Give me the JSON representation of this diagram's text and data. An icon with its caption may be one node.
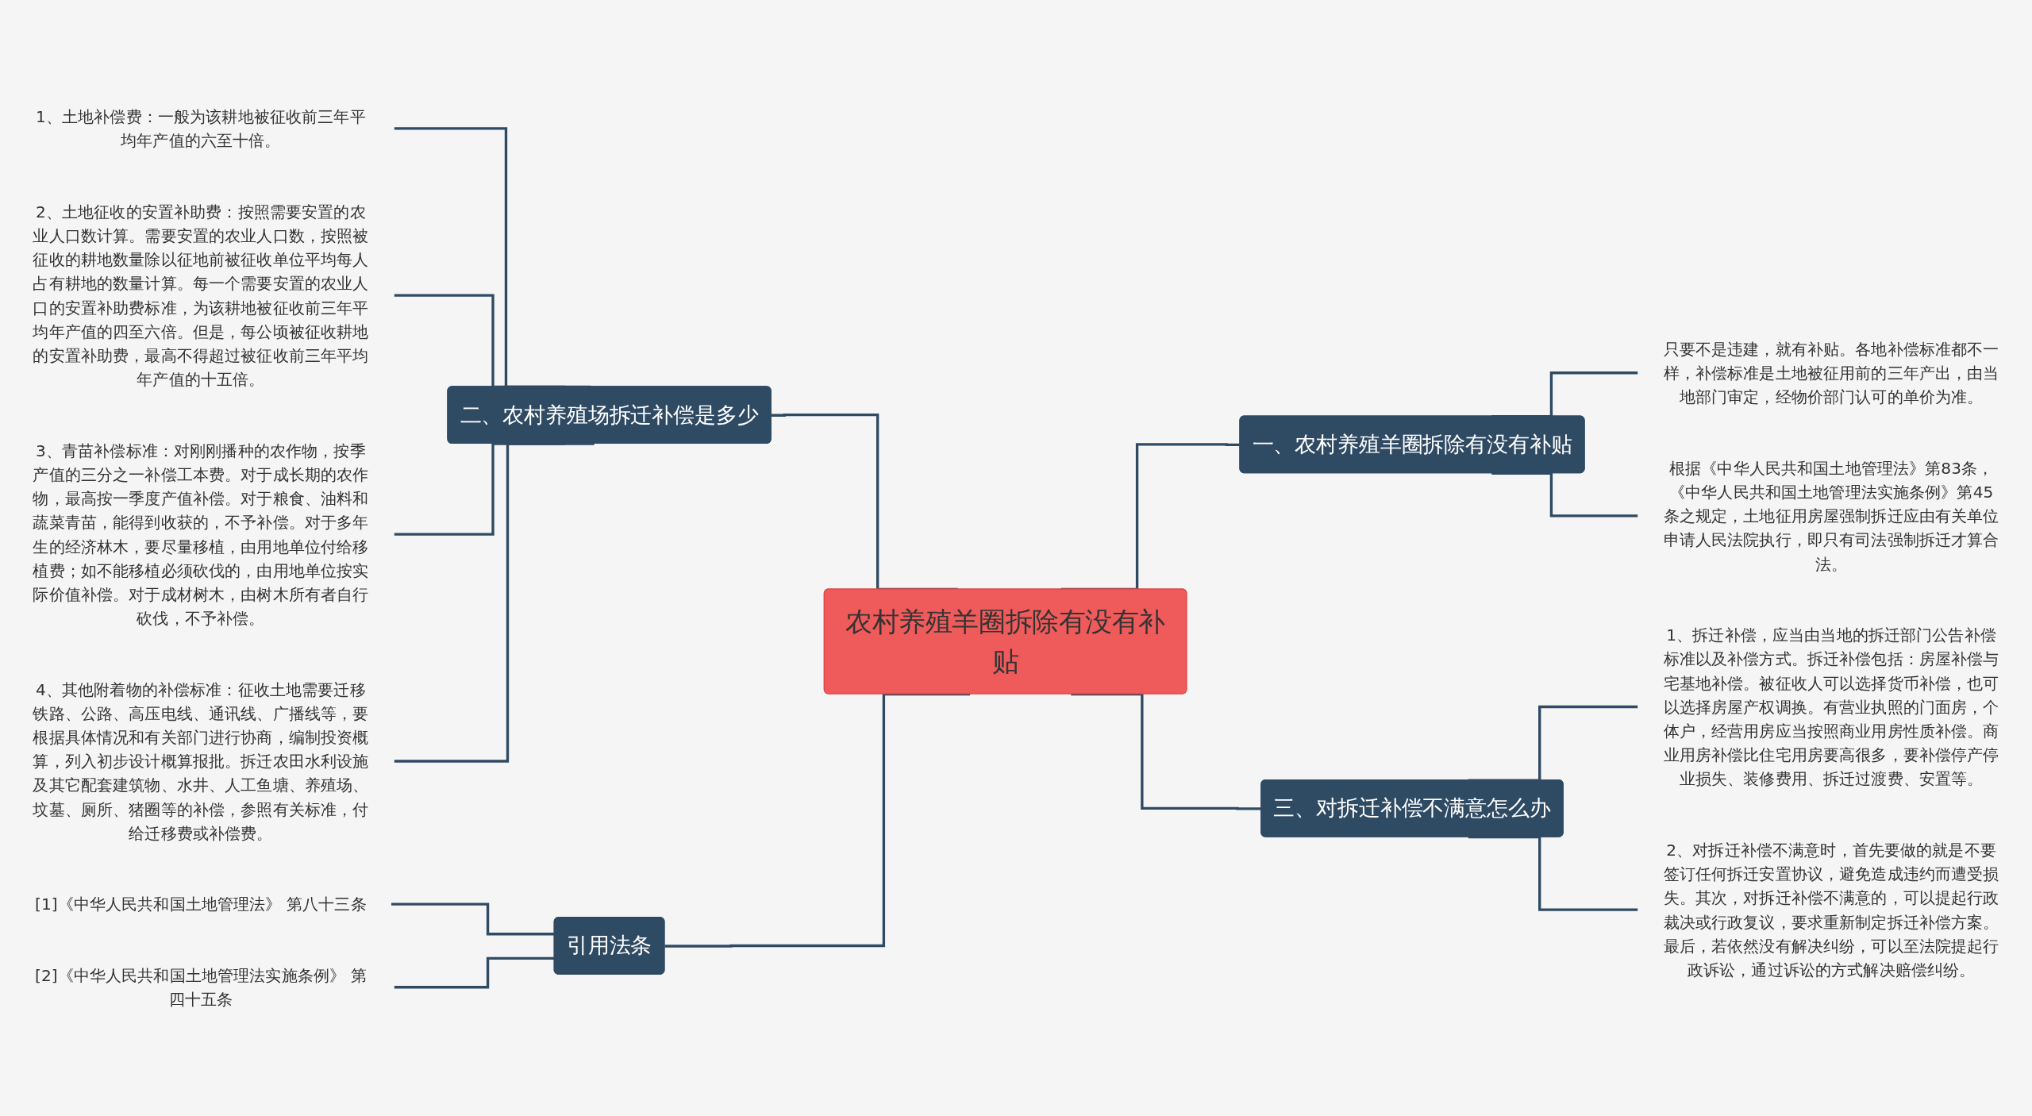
{
  "diagram": {
    "nodes": [
      {
        "text": [
          "农村养殖羊圈拆除有没有补贴"
        ]
      },
      {
        "text": [
          "二、农村养殖场拆迁补偿是多少"
        ]
      },
      {
        "text": [
          "1、土地补偿费：一般为该耕地被征收前三年平均年产值的六至十倍。"
        ]
      },
      {
        "text": [
          "2、土地征收的安置补助费：按照需要安置的农业人口数计算。需要安置的农业人口数，按照被征收的耕地数量除以征地前被征收单位平均每人占有耕地的数量计算。每一个需要安置的农业人口的安置补助费标准，为该耕地被征收前三年平均年产值的四至六倍。但是，每公顷被征收耕地的安置补助费，最高不得超过被征收前三年平均年产值的十五倍。"
        ]
      },
      {
        "text": [
          "3、青苗补偿标准：对刚刚播种的农作物，按季产值的三分之一补偿工本费。对于成长期的农作物，最高按一季度产值补偿。对于粮食、油料和蔬菜青苗，能得到收获的，不予补偿。对于多年生的经济林木，要尽量移植，由用地单位付给移植费；如不能移植必须砍伐的，由用地单位按实际价值补偿。对于成材树木，由树木所有者自行砍伐，不予补偿。"
        ]
      },
      {
        "text": [
          "4、其他附着物的补偿标准：征收土地需要迁移铁路、公路、高压电线、通讯线、广播线等，要根据具体情况和有关部门进行协商，编制投资概算，列入初步设计概算报批。拆迁农田水利设施及其它配套建筑物、水井、人工鱼塘、养殖场、坟墓、厕所、猪圈等的补偿，参照有关标准，付给迁移费或补偿费。"
        ]
      },
      {
        "text": [
          "引用法条"
        ]
      },
      {
        "text": [
          "[1]《中华人民共和国土地管理法》 第八十三条"
        ]
      },
      {
        "text": [
          "[2]《中华人民共和国土地管理法实施条例》 第四十五条"
        ]
      },
      {
        "text": [
          "一、农村养殖羊圈拆除有没有补贴"
        ]
      },
      {
        "text": [
          "只要不是违建，就有补贴。各地补偿标准都不一样，补偿标准是土地被征用前的三年产出，由当地部门审定，经物价部门认可的单价为准。"
        ]
      },
      {
        "text": [
          "根据《中华人民共和国土地管理法》第83条，《中华人民共和国土地管理法实施条例》第45条之规定，土地征用房屋强制拆迁应由有关单位申请人民法院执行，即只有司法强制拆迁才算合法。"
        ]
      },
      {
        "text": [
          "三、对拆迁补偿不满意怎么办"
        ]
      },
      {
        "text": [
          "1、拆迁补偿，应当由当地的拆迁部门公告补偿标准以及补偿方式。拆迁补偿包括：房屋补偿与宅基地补偿。被征收人可以选择货币补偿，也可以选择房屋产权调换。有营业执照的门面房，个体户，经营用房应当按照商业用房性质补偿。商业用房补偿比住宅用房要高很多，要补偿停产停业损失、装修费用、拆迁过渡费、安置等。"
        ]
      },
      {
        "text": [
          "2、对拆迁补偿不满意时，首先要做的就是不要签订任何拆迁安置协议，避免造成违约而遭受损失。其次，对拆迁补偿不满意的，可以提起行政裁决或行政复议，要求重新制定拆迁补偿方案。最后，若依然没有解决纠纷，可以至法院提起行政诉讼，通过诉讼的方式解决赔偿纠纷。"
        ]
      }
    ],
    "edges": [
      {
        "from": 1,
        "to": 0,
        "arrow": "none"
      },
      {
        "from": 2,
        "to": 1,
        "arrow": "none"
      },
      {
        "from": 3,
        "to": 1,
        "arrow": "none"
      },
      {
        "from": 4,
        "to": 1,
        "arrow": "none"
      },
      {
        "from": 5,
        "to": 1,
        "arrow": "none"
      },
      {
        "from": 6,
        "to": 0,
        "arrow": "none"
      },
      {
        "from": 7,
        "to": 6,
        "arrow": "none"
      },
      {
        "from": 8,
        "to": 6,
        "arrow": "none"
      },
      {
        "from": 0,
        "to": 9,
        "arrow": "none"
      },
      {
        "from": 9,
        "to": 10,
        "arrow": "none"
      },
      {
        "from": 9,
        "to": 11,
        "arrow": "none"
      },
      {
        "from": 0,
        "to": 12,
        "arrow": "none"
      },
      {
        "from": 12,
        "to": 13,
        "arrow": "none"
      },
      {
        "from": 12,
        "to": 14,
        "arrow": "none"
      }
    ]
  }
}
